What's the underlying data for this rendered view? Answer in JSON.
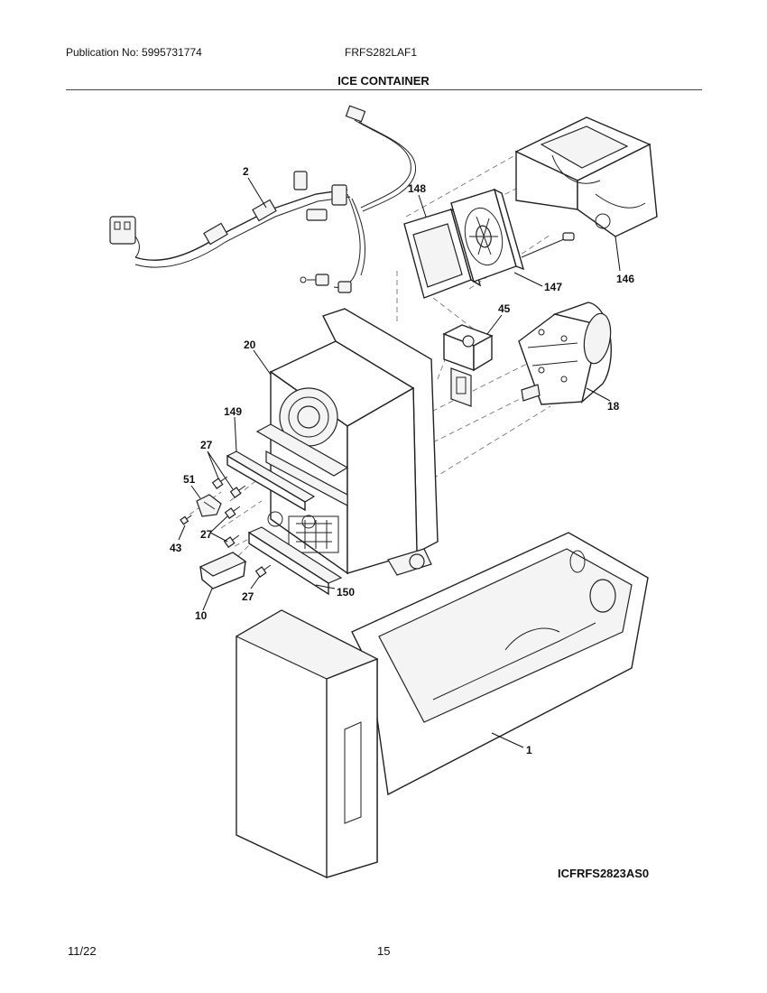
{
  "header": {
    "publication": "Publication No: 5995731774",
    "model": "FRFS282LAF1",
    "title": "ICE CONTAINER"
  },
  "diagram": {
    "code": "ICFRFS2823AS0",
    "callouts": {
      "c2": "2",
      "c148": "148",
      "c146": "146",
      "c147": "147",
      "c45": "45",
      "c20": "20",
      "c18": "18",
      "c149": "149",
      "c27a": "27",
      "c51": "51",
      "c43": "43",
      "c27b": "27",
      "c27c": "27",
      "c150": "150",
      "c10": "10",
      "c1": "1"
    }
  },
  "footer": {
    "date": "11/22",
    "page": "15"
  }
}
